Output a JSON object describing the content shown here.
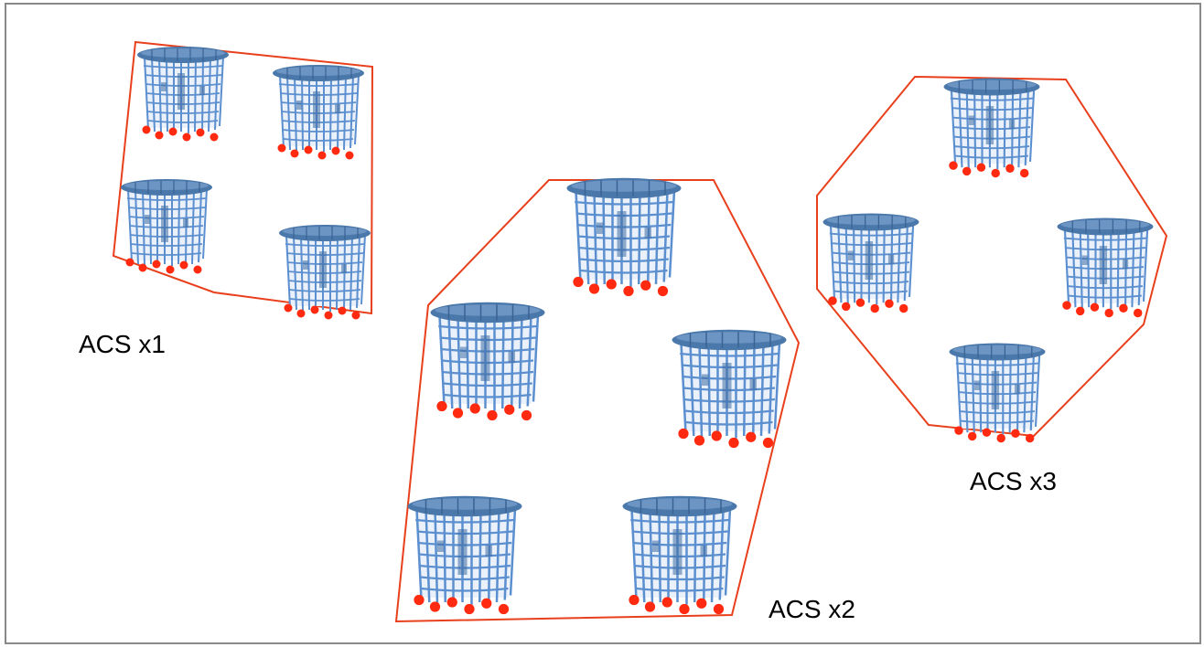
{
  "groups": [
    {
      "label": "ACS x1",
      "basket_count": 4
    },
    {
      "label": "ACS x2",
      "basket_count": 5
    },
    {
      "label": "ACS x3",
      "basket_count": 4
    }
  ],
  "colors": {
    "outline": "#e8401c",
    "basket_rim": "#4a78aa",
    "basket_mesh": "#5b8fcf",
    "weights": "#ff2a0f",
    "frame": "#888888"
  },
  "icons": [
    "basket-icon",
    "weight-dot-icon"
  ]
}
